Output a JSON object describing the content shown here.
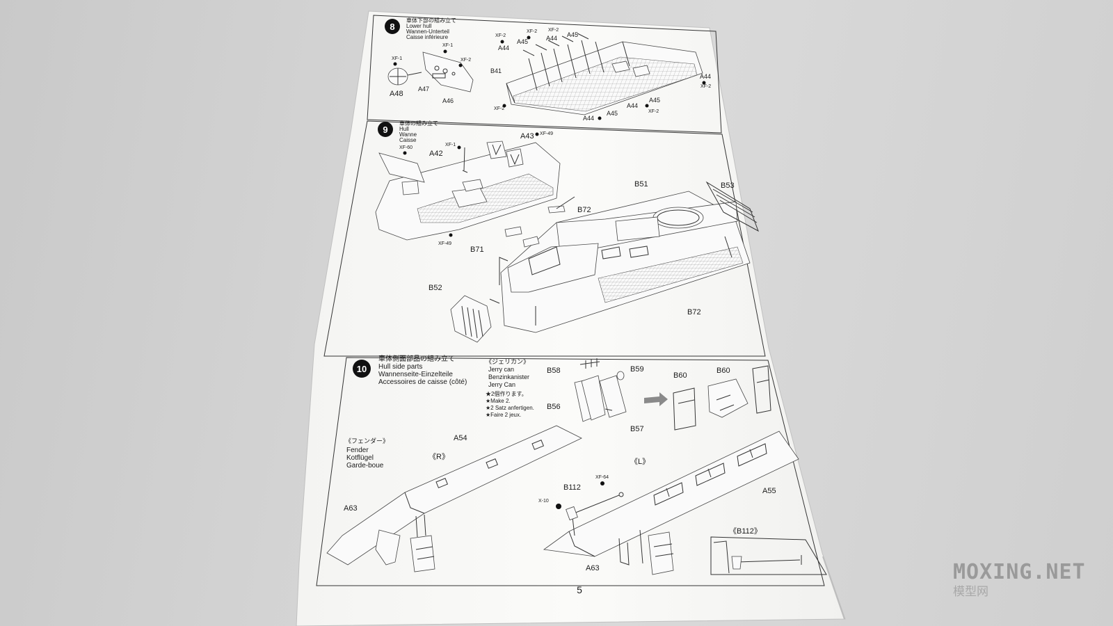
{
  "page_number": "5",
  "watermark": {
    "line1": "MOXING.NET",
    "line2": "模型网"
  },
  "steps": [
    {
      "number": "8",
      "title_ja": "車体下部の組み立て",
      "title_en": "Lower hull",
      "title_de": "Wannen-Unterteil",
      "title_fr": "Caisse inférieure",
      "parts": [
        "A48",
        "A47",
        "A46",
        "A44",
        "A45",
        "B41",
        "A44",
        "A45",
        "A44",
        "A45",
        "A44",
        "A45",
        "A44",
        "A45"
      ],
      "paints": [
        "XF-1",
        "XF-1",
        "XF-2",
        "XF-2",
        "XF-2",
        "XF-2",
        "XF-2",
        "XF-2",
        "XF-2"
      ]
    },
    {
      "number": "9",
      "title_ja": "車体の組み立て",
      "title_en": "Hull",
      "title_de": "Wanne",
      "title_fr": "Caisse",
      "parts": [
        "A43",
        "A42",
        "B51",
        "B53",
        "B72",
        "B71",
        "B52",
        "B72"
      ],
      "paints": [
        "XF-49",
        "XF-60",
        "XF-1",
        "XF-49"
      ]
    },
    {
      "number": "10",
      "title_ja": "車体側面部品の組み立て",
      "title_en": "Hull side parts",
      "title_de": "Wannenseite-Einzelteile",
      "title_fr": "Accessoires de caisse (côté)",
      "jerry_can": {
        "title_ja": "《ジェリカン》",
        "title_en": "Jerry can",
        "title_de": "Benzinkanister",
        "title_fr": "Jerry Can",
        "note_ja": "★2個作ります。",
        "note_en": "★Make 2.",
        "note_de": "★2 Satz anfertigen.",
        "note_fr": "★Faire 2 jeux.",
        "parts": [
          "B58",
          "B59",
          "B60",
          "B60",
          "B56",
          "B57"
        ]
      },
      "fender": {
        "title_ja": "《フェンダー》",
        "title_en": "Fender",
        "title_de": "Kotflügel",
        "title_fr": "Garde-boue"
      },
      "right_label": "《R》",
      "left_label": "《L》",
      "detail_label": "《B112》",
      "parts": [
        "A54",
        "A63",
        "B112",
        "A55",
        "A63"
      ],
      "paints": [
        "XF-64",
        "X-10"
      ]
    }
  ]
}
